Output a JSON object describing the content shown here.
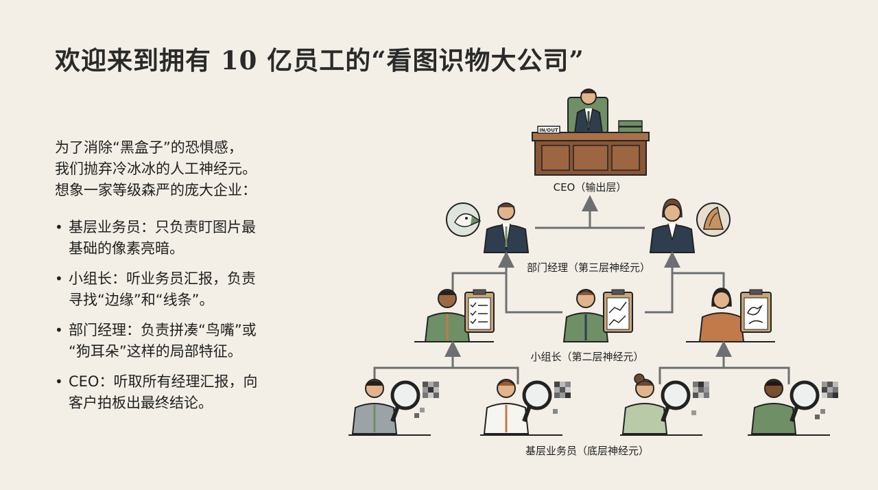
{
  "slide": {
    "title": "欢迎来到拥有 10 亿员工的“看图识物大公司”",
    "intro": [
      "为了消除“黑盒子”的恐惧感，",
      "我们抛弃冷冰冰的人工神经元。",
      "想象一家等级森严的庞大企业："
    ],
    "bullets": [
      [
        "基层业务员：只负责盯图片最",
        "基础的像素亮暗。"
      ],
      [
        "小组长：听业务员汇报，负责",
        "寻找“边缘”和“线条”。"
      ],
      [
        "部门经理：负责拼凑“鸟嘴”或",
        "“狗耳朵”这样的局部特征。"
      ],
      [
        "CEO：听取所有经理汇报，向",
        "客户拍板出最终结论。"
      ]
    ]
  },
  "diagram": {
    "inbox_label": "IN/OUT",
    "levels": {
      "ceo": "CEO（输出层）",
      "managers": "部门经理（第三层神经元）",
      "leaders": "小组长（第二层神经元）",
      "workers": "基层业务员（底层神经元）"
    },
    "icons": {
      "manager_left": "bird-beak-icon",
      "manager_right": "dog-ear-icon",
      "leader_clipboards": [
        "checklist-clipboard-icon",
        "line-chart-clipboard-icon",
        "animal-sketch-clipboard-icon"
      ],
      "worker_tools": "magnifying-glass-icon",
      "worker_pixels": "pixel-grid-icon"
    },
    "colors": {
      "background": "#f3efe6",
      "arrow": "#6d6f72",
      "desk": "#8a5636",
      "shirt_green": "#6f8f66",
      "shirt_orange": "#c27a4a",
      "suit": "#2f3e4e"
    }
  }
}
